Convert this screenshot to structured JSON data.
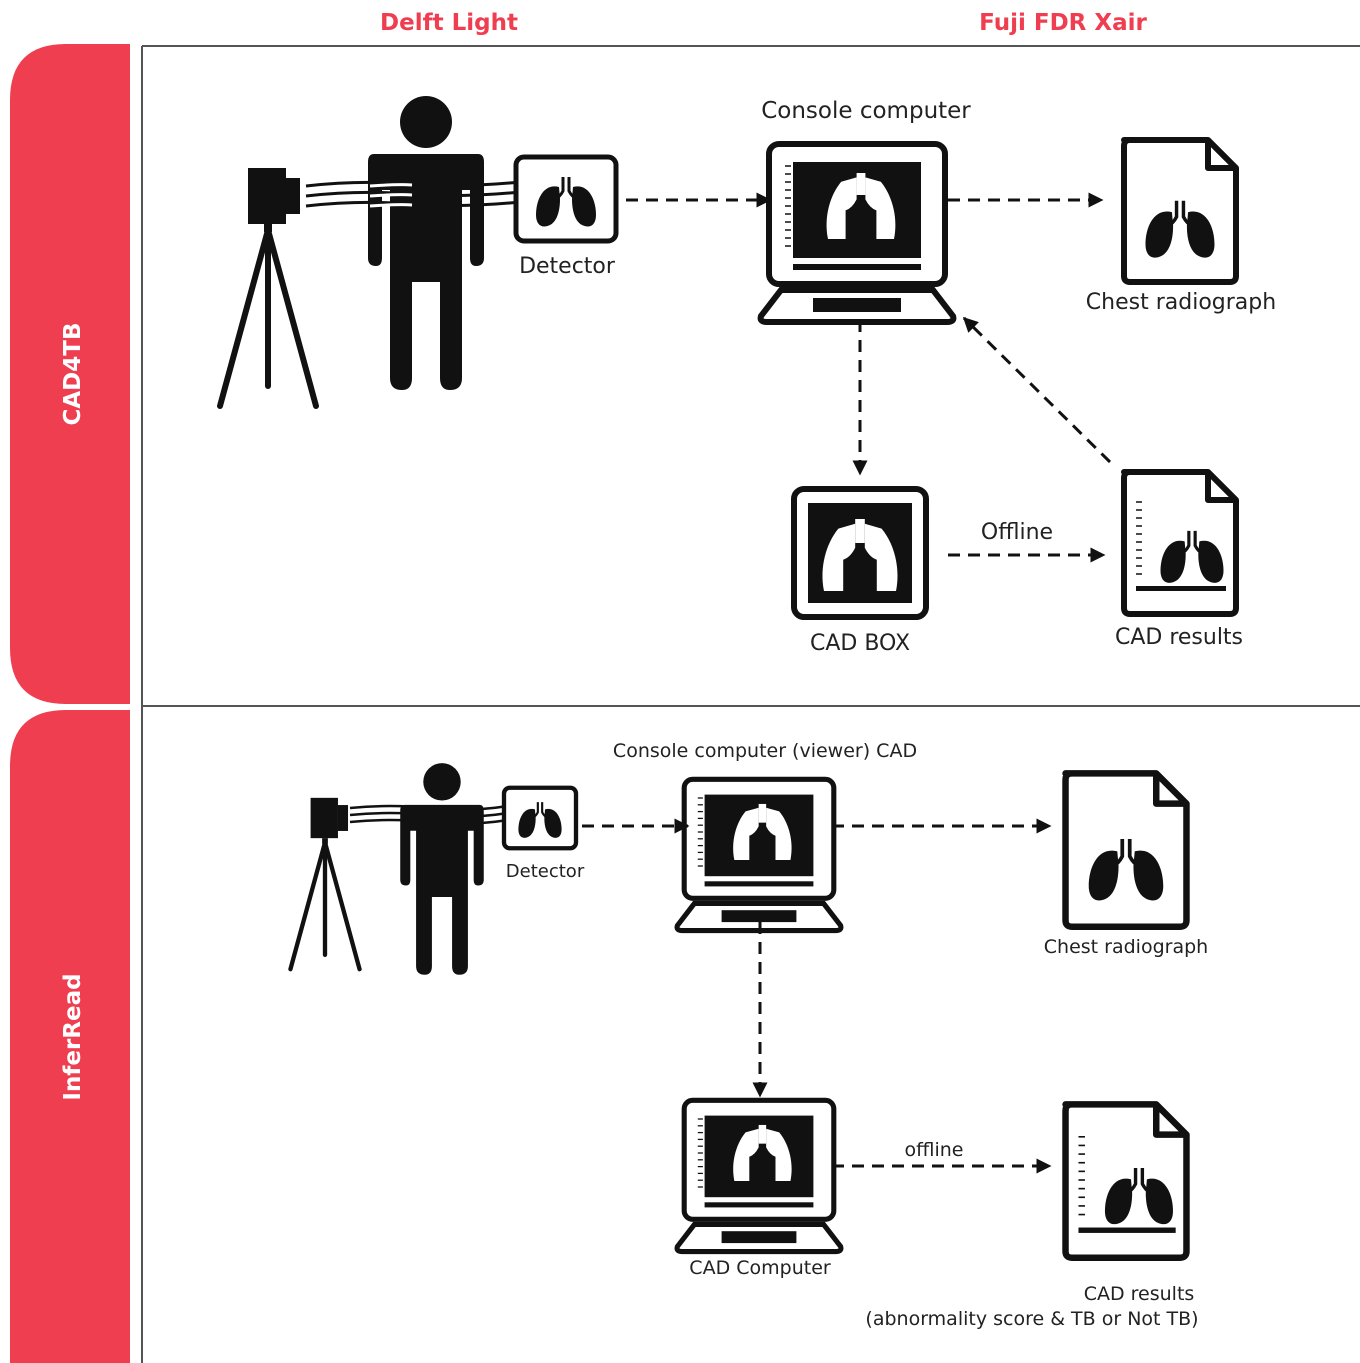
{
  "colors": {
    "accent": "#ef3e50",
    "ink": "#111111",
    "line": "#555555"
  },
  "columns": {
    "left": "Delft Light",
    "right": "Fuji FDR Xair"
  },
  "rows": [
    {
      "label": "CAD4TB",
      "labels": {
        "detector": "Detector",
        "console": "Console computer",
        "radiograph": "Chest radiograph",
        "cad_box": "CAD BOX",
        "offline": "Offline",
        "cad_results": "CAD results"
      }
    },
    {
      "label": "InferRead",
      "labels": {
        "detector": "Detector",
        "console": "Console computer (viewer) CAD",
        "radiograph": "Chest radiograph",
        "cad_computer": "CAD Computer",
        "offline": "offline",
        "cad_results": "CAD results",
        "cad_results_note": "(abnormality score & TB or Not TB)"
      }
    }
  ],
  "icons": [
    "camera-on-tripod-icon",
    "person-icon",
    "detector-icon",
    "laptop-icon",
    "document-lungs-icon",
    "cad-box-icon",
    "document-results-icon"
  ]
}
